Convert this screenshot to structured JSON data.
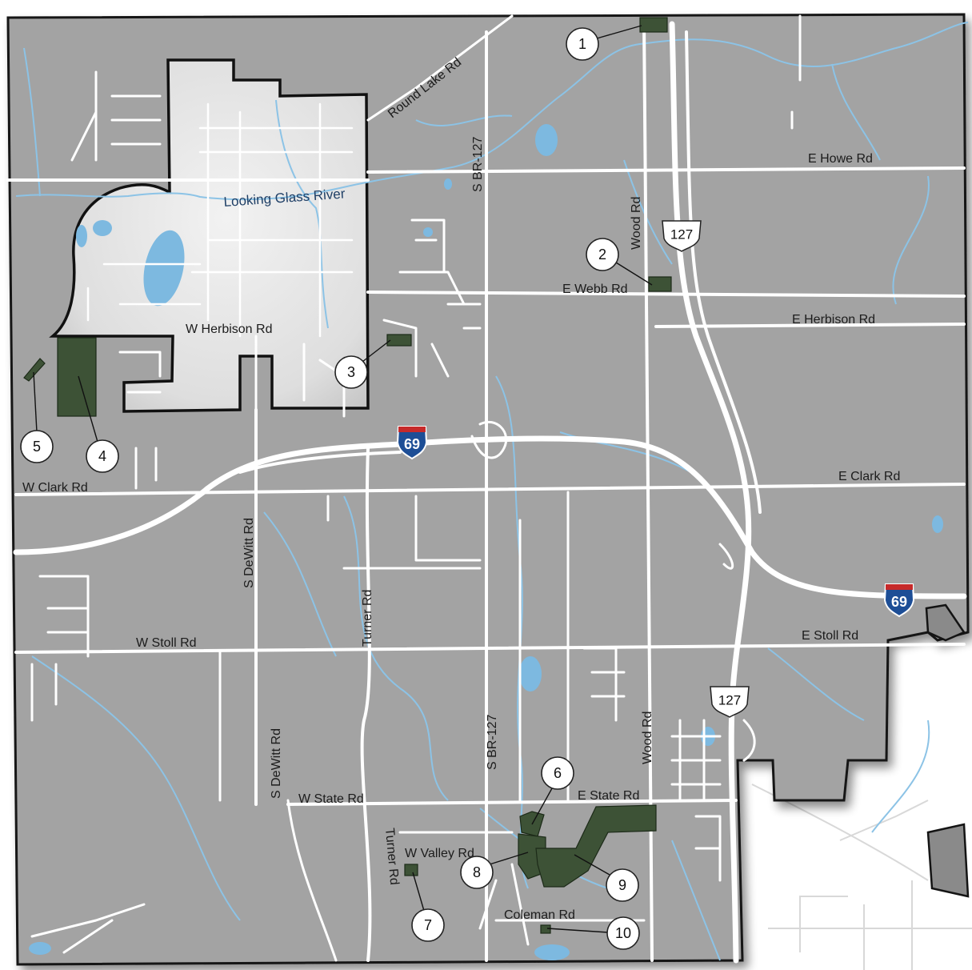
{
  "map": {
    "river_label": "Looking Glass River",
    "road_labels": {
      "round_lake": "Round Lake Rd",
      "s_br127_north": "S BR-127",
      "e_howe": "E Howe Rd",
      "wood_north": "Wood Rd",
      "e_webb": "E Webb Rd",
      "e_herbison": "E Herbison Rd",
      "w_herbison": "W Herbison Rd",
      "w_clark": "W Clark Rd",
      "e_clark": "E Clark Rd",
      "s_dewitt_north": "S DeWitt Rd",
      "turner_north": "Turner Rd",
      "w_stoll": "W Stoll Rd",
      "e_stoll": "E Stoll Rd",
      "s_dewitt_south": "S DeWitt Rd",
      "w_state": "W State Rd",
      "e_state": "E State Rd",
      "s_br127_south": "S BR-127",
      "wood_south": "Wood Rd",
      "turner_south": "Turner Rd",
      "w_valley": "W Valley Rd",
      "coleman": "Coleman Rd"
    },
    "shields": {
      "us127_north": "127",
      "us127_south": "127",
      "i69_west": "69",
      "i69_east": "69"
    },
    "markers": [
      {
        "n": "1",
        "name": "marker-1"
      },
      {
        "n": "2",
        "name": "marker-2"
      },
      {
        "n": "3",
        "name": "marker-3"
      },
      {
        "n": "4",
        "name": "marker-4"
      },
      {
        "n": "5",
        "name": "marker-5"
      },
      {
        "n": "6",
        "name": "marker-6"
      },
      {
        "n": "7",
        "name": "marker-7"
      },
      {
        "n": "8",
        "name": "marker-8"
      },
      {
        "n": "9",
        "name": "marker-9"
      },
      {
        "n": "10",
        "name": "marker-10"
      }
    ],
    "colors": {
      "land": "#a3a3a3",
      "city": "#e4e4e4",
      "park": "#3d5236",
      "water": "#7db9e0",
      "road": "#ffffff"
    }
  }
}
